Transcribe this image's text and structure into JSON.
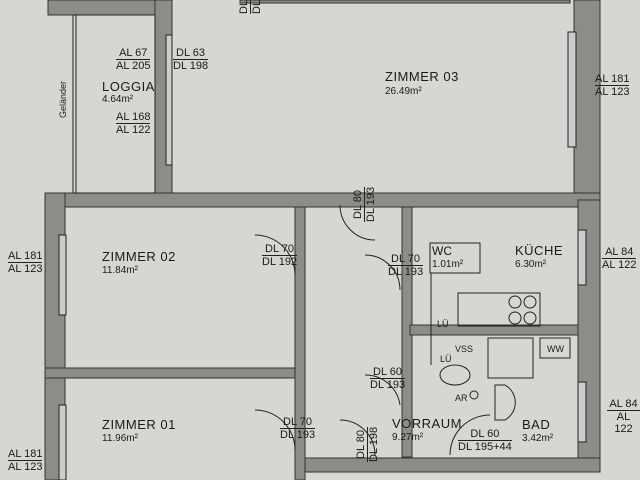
{
  "rooms": {
    "loggia": {
      "name": "LOGGIA",
      "area": "4.64m²",
      "railing": "Geländer"
    },
    "zimmer03": {
      "name": "ZIMMER  03",
      "area": "26.49m²"
    },
    "zimmer02": {
      "name": "ZIMMER  02",
      "area": "11.84m²"
    },
    "zimmer01": {
      "name": "ZIMMER  01",
      "area": "11.96m²"
    },
    "kueche": {
      "name": "KÜCHE",
      "area": "6.30m²"
    },
    "wc": {
      "name": "WC",
      "area": "1.01m²"
    },
    "vorraum": {
      "name": "VORRAUM",
      "area": "9.27m²"
    },
    "bad": {
      "name": "BAD",
      "area": "3.42m²"
    }
  },
  "openings": {
    "loggia_window_top": [
      "AL 67",
      "AL 205"
    ],
    "loggia_door": [
      "DL 63",
      "DL 198"
    ],
    "loggia_window_bottom": [
      "AL 168",
      "AL 122"
    ],
    "zimmer03_window": [
      "AL 181",
      "AL 123"
    ],
    "zimmer03_door": [
      "DL 80",
      "DL 193"
    ],
    "zimmer02_window": [
      "AL 181",
      "AL 123"
    ],
    "zimmer02_door": [
      "DL 70",
      "DL 192"
    ],
    "zimmer01_window": [
      "AL 181",
      "AL 123"
    ],
    "zimmer01_door": [
      "DL 70",
      "DL 193"
    ],
    "kueche_door": [
      "DL 70",
      "DL 193"
    ],
    "kueche_window": [
      "AL 84",
      "AL 122"
    ],
    "wc_door": [
      "DL 60",
      "DL 193"
    ],
    "bad_door": [
      "DL 60",
      "DL 195+44"
    ],
    "bad_window": [
      "AL 84",
      "AL 122"
    ],
    "entrance_door": [
      "DL 80",
      "DL 198"
    ],
    "top_door": [
      "DL",
      "DL"
    ]
  },
  "fixtures": {
    "lu_kitchen": "LÜ",
    "lu_wc": "LÜ",
    "vss": "VSS",
    "ar": "AR",
    "ww": "WW"
  }
}
